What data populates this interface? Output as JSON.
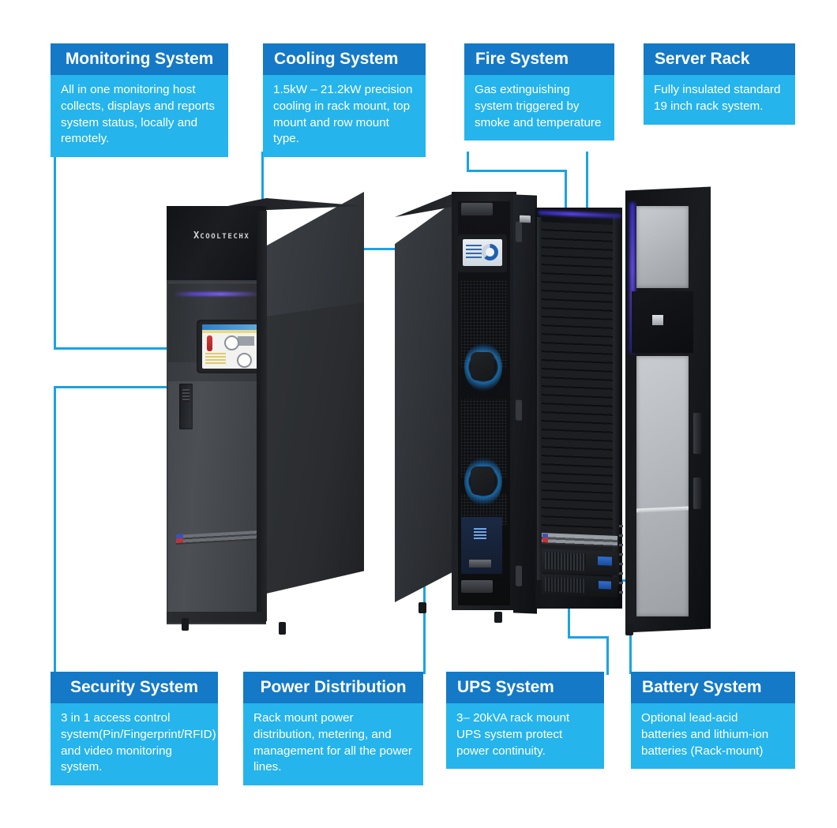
{
  "diagram": {
    "title_alt": "Micro data center modular cabinet system feature callouts",
    "accent_color": "#1aa3e2",
    "header_color": "#1479c6",
    "body_color": "#25b4ec",
    "text_color": "#ffffff"
  },
  "callouts": [
    {
      "id": "monitoring-system",
      "title": "Monitoring System",
      "body": "All in one monitoring host collects, displays and reports system status, locally and remotely."
    },
    {
      "id": "cooling-system",
      "title": "Cooling System",
      "body": "1.5kW – 21.2kW precision cooling in rack mount, top mount and row mount type."
    },
    {
      "id": "fire-system",
      "title": "Fire System",
      "body": "Gas extinguishing system triggered by smoke and temperature"
    },
    {
      "id": "server-rack",
      "title": "Server Rack",
      "body": "Fully insulated standard 19 inch rack system."
    },
    {
      "id": "security-system",
      "title": "Security System",
      "body": "3 in 1 access control system(Pin/Fingerprint/RFID) and video monitoring system."
    },
    {
      "id": "power-distribution",
      "title": "Power Distribution",
      "body": "Rack mount power distribution, metering, and management for all the power lines."
    },
    {
      "id": "ups-system",
      "title": "UPS System",
      "body": "3– 20kVA rack mount UPS system protect power continuity."
    },
    {
      "id": "battery-system",
      "title": "Battery System",
      "body": "Optional lead-acid batteries and lithium-ion batteries (Rack-mount)"
    }
  ],
  "product": {
    "left_cabinet": {
      "brand_mark": "X",
      "brand_text": "COOLTECHX"
    }
  }
}
